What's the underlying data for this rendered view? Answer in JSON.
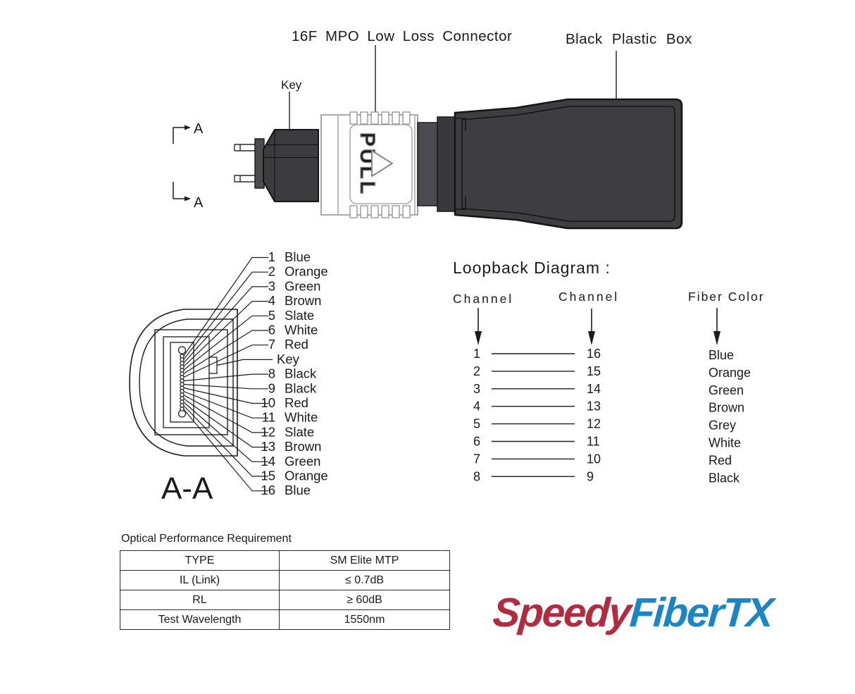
{
  "top_view": {
    "connector_label": "16F MPO Low Loss Connector",
    "box_label": "Black Plastic Box",
    "key_label": "Key",
    "pull_label": "PULL",
    "section_marker_top": "A",
    "section_marker_bottom": "A"
  },
  "section_view": {
    "title": "A-A",
    "key_label": "Key",
    "pins": [
      {
        "n": "1",
        "color": "Blue"
      },
      {
        "n": "2",
        "color": "Orange"
      },
      {
        "n": "3",
        "color": "Green"
      },
      {
        "n": "4",
        "color": "Brown"
      },
      {
        "n": "5",
        "color": "Slate"
      },
      {
        "n": "6",
        "color": "White"
      },
      {
        "n": "7",
        "color": "Red"
      },
      {
        "n": "8",
        "color": "Black"
      },
      {
        "n": "9",
        "color": "Black"
      },
      {
        "n": "10",
        "color": "Red"
      },
      {
        "n": "11",
        "color": "White"
      },
      {
        "n": "12",
        "color": "Slate"
      },
      {
        "n": "13",
        "color": "Brown"
      },
      {
        "n": "14",
        "color": "Green"
      },
      {
        "n": "15",
        "color": "Orange"
      },
      {
        "n": "16",
        "color": "Blue"
      }
    ]
  },
  "loopback": {
    "title": "Loopback Diagram :",
    "headers": {
      "left": "Channel",
      "right": "Channel",
      "color": "Fiber Color"
    },
    "rows": [
      {
        "from": "1",
        "to": "16",
        "color": "Blue"
      },
      {
        "from": "2",
        "to": "15",
        "color": "Orange"
      },
      {
        "from": "3",
        "to": "14",
        "color": "Green"
      },
      {
        "from": "4",
        "to": "13",
        "color": "Brown"
      },
      {
        "from": "5",
        "to": "12",
        "color": "Grey"
      },
      {
        "from": "6",
        "to": "11",
        "color": "White"
      },
      {
        "from": "7",
        "to": "10",
        "color": "Red"
      },
      {
        "from": "8",
        "to": "9",
        "color": "Black"
      }
    ]
  },
  "performance": {
    "title": "Optical Performance Requirement",
    "rows": [
      {
        "label": "TYPE",
        "value": "SM Elite MTP"
      },
      {
        "label": "IL (Link)",
        "value": "≤ 0.7dB"
      },
      {
        "label": "RL",
        "value": "≥ 60dB"
      },
      {
        "label": "Test Wavelength",
        "value": "1550nm"
      }
    ]
  },
  "logo": {
    "part1": "Speedy",
    "part2": "FiberTX",
    "color1": "#b22b3f",
    "color2": "#1b86c6"
  },
  "colors": {
    "ink": "#1c1c1c",
    "connector_body": "#3c3c3f",
    "boot_shaft": "#4c4c50",
    "box_fill": "#3e3e41",
    "sleeve_outline": "#8f8f8f"
  }
}
